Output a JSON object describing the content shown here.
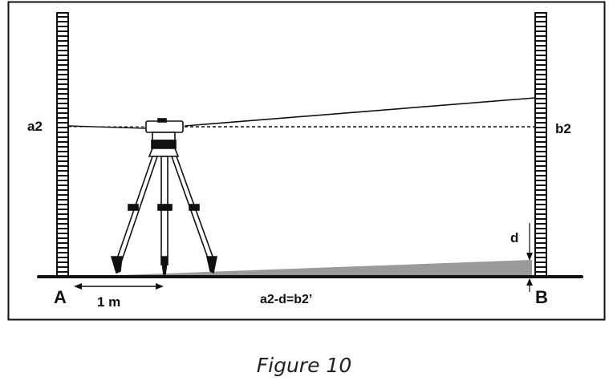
{
  "labels": {
    "a2": "a2",
    "b2": "b2",
    "point_a": "A",
    "point_b": "B",
    "distance": "1 m",
    "d": "d",
    "formula": "a2-d=b2’"
  },
  "caption": "Figure 10"
}
